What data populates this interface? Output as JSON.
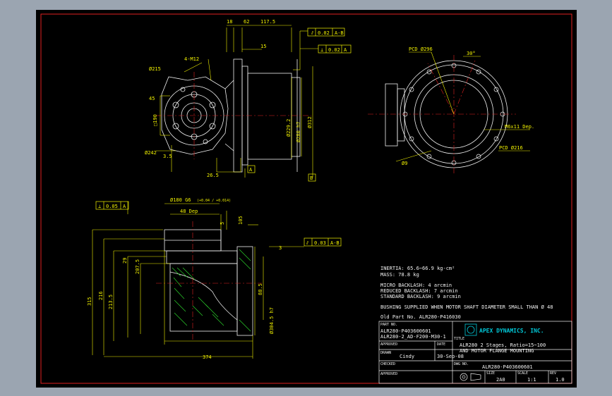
{
  "colors": {
    "border": "#e02020",
    "outline": "#f2f2f2",
    "dim": "#f2f200",
    "center": "#e02020",
    "hatch": "#2ad02a",
    "logo": "#00c8d8",
    "bg": "#000000",
    "frame": "#9ba5b1"
  },
  "side_view": {
    "dim_top": [
      "18",
      "62",
      "117.5"
    ],
    "dim_15": "15",
    "tol_1": {
      "sym": "⫽",
      "val": "0.02",
      "ref": "A-B"
    },
    "tol_2": {
      "sym": "⊥",
      "val": "0.02",
      "ref": "A"
    },
    "holes": "4-M12",
    "d215": "Ø215",
    "a45": "45",
    "sq": "□190",
    "d242": "Ø242",
    "len3": "3.5",
    "len26": "26.5",
    "dia_1": "Ø229.2",
    "dia_2": "Ø280 h7",
    "dia_3": "Ø312",
    "mark_a": "A",
    "mark_b": "B"
  },
  "front_view": {
    "pcd1": "PCD Ø296",
    "ang": "30°",
    "thread": "M6x11 Dep.",
    "pcd2": "PCD Ø216",
    "holes": "Ø9"
  },
  "bottom_view": {
    "tol_1": {
      "sym": "⊥",
      "val": "0.05",
      "ref": "A"
    },
    "d180": "Ø180 G6",
    "d180t": "(+0.04 / +0.014)",
    "depth": "48 Dep",
    "v5": "5",
    "v105": "105",
    "v29": "29",
    "v3": "3",
    "tol_2": {
      "sym": "⫽",
      "val": "0.03",
      "ref": "A-B"
    },
    "h315": "315",
    "h216": "216",
    "h2135": "213.5",
    "h2075": "207.5",
    "v885": "88.5",
    "w374": "374",
    "dia": "Ø304.5 h7"
  },
  "notes": {
    "inertia": "INERTIA:  65.6~66.9  kg-cm²",
    "mass": "MASS:  78.8  kg",
    "micro": "MICRO BACKLASH: 4 arcmin",
    "reduced": "REDUCED BACKLASH: 7 arcmin",
    "standard": "STANDARD BACKLASH: 9 arcmin",
    "bushing": "BUSHING SUPPLIED WHEN MOTOR SHAFT DIAMETER SMALL THAN Ø 48",
    "old": "Old Part No. ALR280-P416030"
  },
  "title_block": {
    "part_no_label": "PART NO.",
    "part_no_1": "ALR280-P403600601",
    "part_no_2": "ALR280-2_AD-F200-M30-1",
    "approved_label": "APPROVED",
    "date_label": "DATE",
    "drawn_label": "DRAWN",
    "drawn": "Cindy",
    "date": "30-Sep-08",
    "checked_label": "CHECKED",
    "approved2_label": "APPROVED",
    "company": "APEX DYNAMICS, INC.",
    "title_label": "TITLE",
    "title_1": "ALR280 2 Stages, Ratio=15~100",
    "title_2": "AND MOTOR FLANGE MOUNTING",
    "dwg_label": "DWG NO.",
    "dwg_no": "ALR280-P403600601",
    "size_label": "SIZE",
    "size": "2A0",
    "scale_label": "SCALE",
    "scale": "1:1",
    "rev_label": "REV",
    "rev": "1.0"
  }
}
